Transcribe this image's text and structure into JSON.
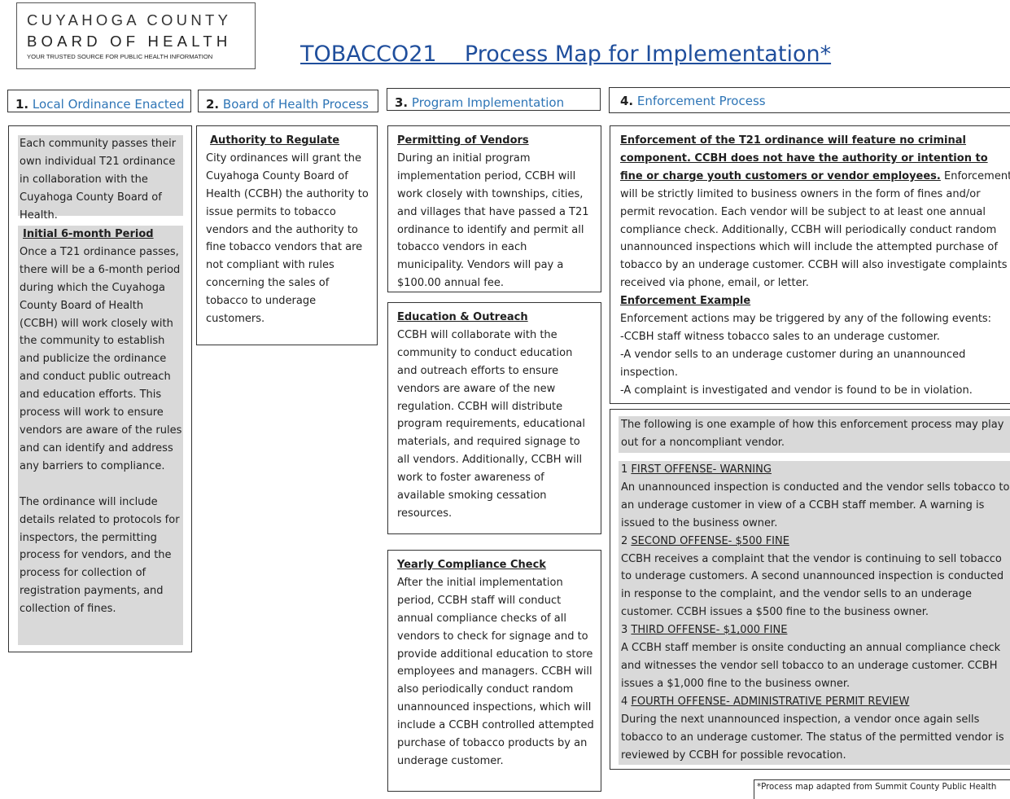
{
  "logo": {
    "line1": "CUYAHOGA COUNTY",
    "line2": "BOARD OF HEALTH",
    "tagline": "YOUR TRUSTED SOURCE FOR PUBLIC HEALTH INFORMATION"
  },
  "title": "TOBACCO21    Process Map for Implementation*",
  "columns": [
    {
      "num": "1.",
      "label": "Local Ordinance Enacted"
    },
    {
      "num": "2.",
      "label": "Board of Health Process"
    },
    {
      "num": "3.",
      "label": "Program Implementation"
    },
    {
      "num": "4.",
      "label": "Enforcement Process"
    }
  ],
  "col1": {
    "intro": "Each community passes their own individual T21 ordinance in collaboration with the Cuyahoga County Board of Health.",
    "period_heading": "Initial 6-month Period",
    "period_text": "Once a T21 ordinance passes, there will be a 6-month period during which the Cuyahoga County Board of Health (CCBH) will work closely with the community to establish and publicize the ordinance and conduct public outreach and education efforts. This process will work to ensure vendors are aware of the rules and can identify and address any barriers to compliance.",
    "details": "The ordinance will include details related to protocols for inspectors, the permitting process for vendors, and the process for collection of registration payments, and collection of fines."
  },
  "col2": {
    "heading": "Authority to Regulate",
    "text": "City ordinances will grant the Cuyahoga County Board of Health (CCBH) the authority to issue permits to tobacco vendors and the authority to fine tobacco vendors that are not compliant with rules concerning the sales of tobacco to underage customers."
  },
  "col3": {
    "permitting": {
      "heading": "Permitting of Vendors",
      "text": "During an initial program implementation period, CCBH will work closely with townships, cities, and villages that have passed a T21 ordinance to identify and permit all tobacco vendors in each municipality. Vendors will pay a $100.00 annual fee."
    },
    "education": {
      "heading": "Education & Outreach",
      "text": "CCBH will collaborate with the community to conduct education and outreach efforts to ensure vendors are aware of the new regulation.  CCBH will distribute program requirements, educational materials, and required signage to all vendors. Additionally, CCBH will work to foster awareness of available smoking cessation resources."
    },
    "compliance": {
      "heading": "Yearly Compliance Check",
      "text": "After the initial implementation period, CCBH staff will conduct annual compliance checks of all vendors to check for signage and to provide additional education to store employees and managers. CCBH will also periodically conduct random unannounced inspections, which will include a CCBH controlled attempted purchase of tobacco products by an underage customer."
    }
  },
  "col4": {
    "lead_bold": "Enforcement of the T21 ordinance will feature no criminal component.  CCBH does not have the authority or intention to fine or charge youth customers or vendor employees.",
    "lead_text": " Enforcement will be strictly limited to business owners in the form of fines and/or permit revocation. Each vendor will be subject to at least one annual compliance check. Additionally, CCBH will periodically conduct random unannounced inspections which will include the attempted purchase of tobacco by an underage customer. CCBH will also investigate complaints received via phone, email, or letter.",
    "example_heading": "Enforcement Example",
    "example_intro": "Enforcement actions may be triggered by any of the following events:",
    "triggers": [
      "-CCBH staff witness tobacco sales to an underage customer.",
      "-A vendor sells to an underage customer during an unannounced inspection.",
      "-A complaint is investigated and vendor is found to be in violation."
    ],
    "scenario_intro": "The following is one example of how this enforcement process may play out for a noncompliant vendor.",
    "offenses": [
      {
        "num": "1",
        "label": "FIRST OFFENSE- WARNING",
        "text": "An unannounced inspection is conducted and the vendor sells tobacco to an underage customer in view of a CCBH staff member. A warning is issued to the business owner."
      },
      {
        "num": "2",
        "label": "SECOND OFFENSE- $500 FINE",
        "text": "CCBH receives a complaint that the vendor is continuing to sell tobacco to underage customers. A second unannounced inspection is conducted in response to the complaint, and the vendor sells to an underage customer. CCBH issues a $500 fine to the business owner."
      },
      {
        "num": "3",
        "label": "THIRD OFFENSE- $1,000 FINE",
        "text": "A CCBH staff member is onsite conducting an annual compliance check and witnesses the vendor sell tobacco to an underage customer. CCBH issues a $1,000 fine to the business owner."
      },
      {
        "num": "4",
        "label": "FOURTH OFFENSE- ADMINISTRATIVE PERMIT REVIEW",
        "text": "During the next unannounced inspection, a vendor once again sells tobacco to an underage customer. The status of the permitted vendor is reviewed by CCBH for possible revocation."
      }
    ]
  },
  "footnote": "*Process map adapted from Summit County Public Health"
}
